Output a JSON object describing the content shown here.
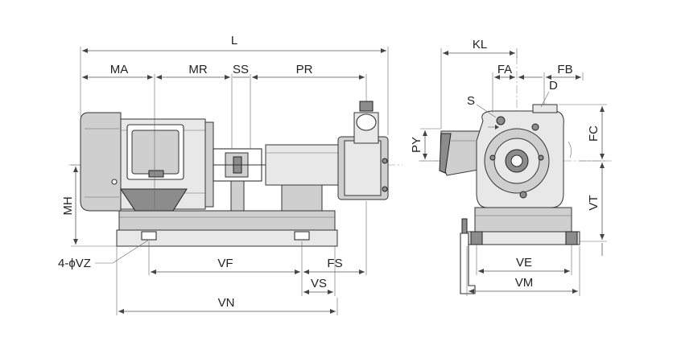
{
  "side_view": {
    "labels": {
      "L": "L",
      "MA": "MA",
      "MR": "MR",
      "SS": "SS",
      "PR": "PR",
      "MH": "MH",
      "VZ": "4-ϕVZ",
      "VF": "VF",
      "FS": "FS",
      "VS": "VS",
      "VN": "VN"
    }
  },
  "end_view": {
    "labels": {
      "KL": "KL",
      "FA": "FA",
      "FB": "FB",
      "D": "D",
      "S": "S",
      "PY": "PY",
      "FC": "FC",
      "VT": "VT",
      "VE": "VE",
      "VM": "VM"
    }
  }
}
